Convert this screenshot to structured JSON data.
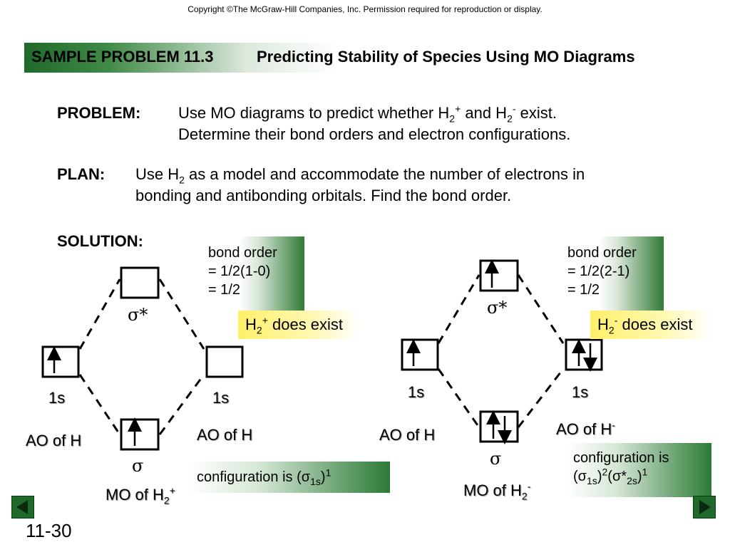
{
  "copyright": "Copyright ©The McGraw-Hill Companies, Inc.  Permission required for reproduction or display.",
  "title": {
    "number": "SAMPLE PROBLEM 11.3",
    "text": "Predicting Stability of Species Using MO Diagrams"
  },
  "problem": {
    "label": "PROBLEM:",
    "line1_pre": "Use MO diagrams to predict whether H",
    "line1_sub1": "2",
    "line1_sup1": "+",
    "line1_mid": " and H",
    "line1_sub2": "2",
    "line1_sup2": "-",
    "line1_post": " exist.",
    "line2": "Determine their bond orders and electron configurations."
  },
  "plan": {
    "label": "PLAN:",
    "line1_pre": "Use H",
    "line1_sub": "2",
    "line1_post": " as a model and accommodate the number of electrons in",
    "line2": "bonding and antibonding orbitals.  Find the bond order."
  },
  "solution": {
    "label": "SOLUTION:"
  },
  "left": {
    "bond_order": [
      "bond order",
      "= 1/2(1-0)",
      "= 1/2"
    ],
    "verdict_h": "H",
    "verdict_sub": "2",
    "verdict_sup": "+",
    "verdict_text": " does exist",
    "sigma_star": "σ*",
    "sigma": "σ",
    "ao_left_orbital": "1s",
    "ao_right_orbital": "1s",
    "ao_left_label": "AO of H",
    "ao_right_label": "AO of H",
    "mo_label_pre": "MO of H",
    "mo_label_sub": "2",
    "mo_label_sup": "+",
    "config_pre": "configuration is (σ",
    "config_sub": "1s",
    "config_post": ")",
    "config_sup": "1"
  },
  "right": {
    "bond_order": [
      "bond order",
      "= 1/2(2-1)",
      "= 1/2"
    ],
    "verdict_h": "H",
    "verdict_sub": "2",
    "verdict_sup": "-",
    "verdict_text": " does exist",
    "sigma_star": "σ*",
    "sigma": "σ",
    "ao_left_orbital": "1s",
    "ao_right_orbital": "1s",
    "ao_left_label": "AO of H",
    "ao_right_label_pre": "AO of H",
    "ao_right_label_sup": "-",
    "mo_label_pre": "MO of H",
    "mo_label_sub": "2",
    "mo_label_sup": "-",
    "config_line1": "configuration is",
    "config_l2_a": "(σ",
    "config_l2_sub1": "1s",
    "config_l2_b": ")",
    "config_l2_sup1": "2",
    "config_l2_c": "(σ*",
    "config_l2_sub2": "2s",
    "config_l2_d": ")",
    "config_l2_sup2": "1"
  },
  "footer": {
    "slide_number": "11-30"
  },
  "icons": {
    "prev": "previous-slide-icon",
    "next": "next-slide-icon"
  },
  "colors": {
    "accent_green": "#2f7a35",
    "highlight_yellow": "#fff06a"
  }
}
